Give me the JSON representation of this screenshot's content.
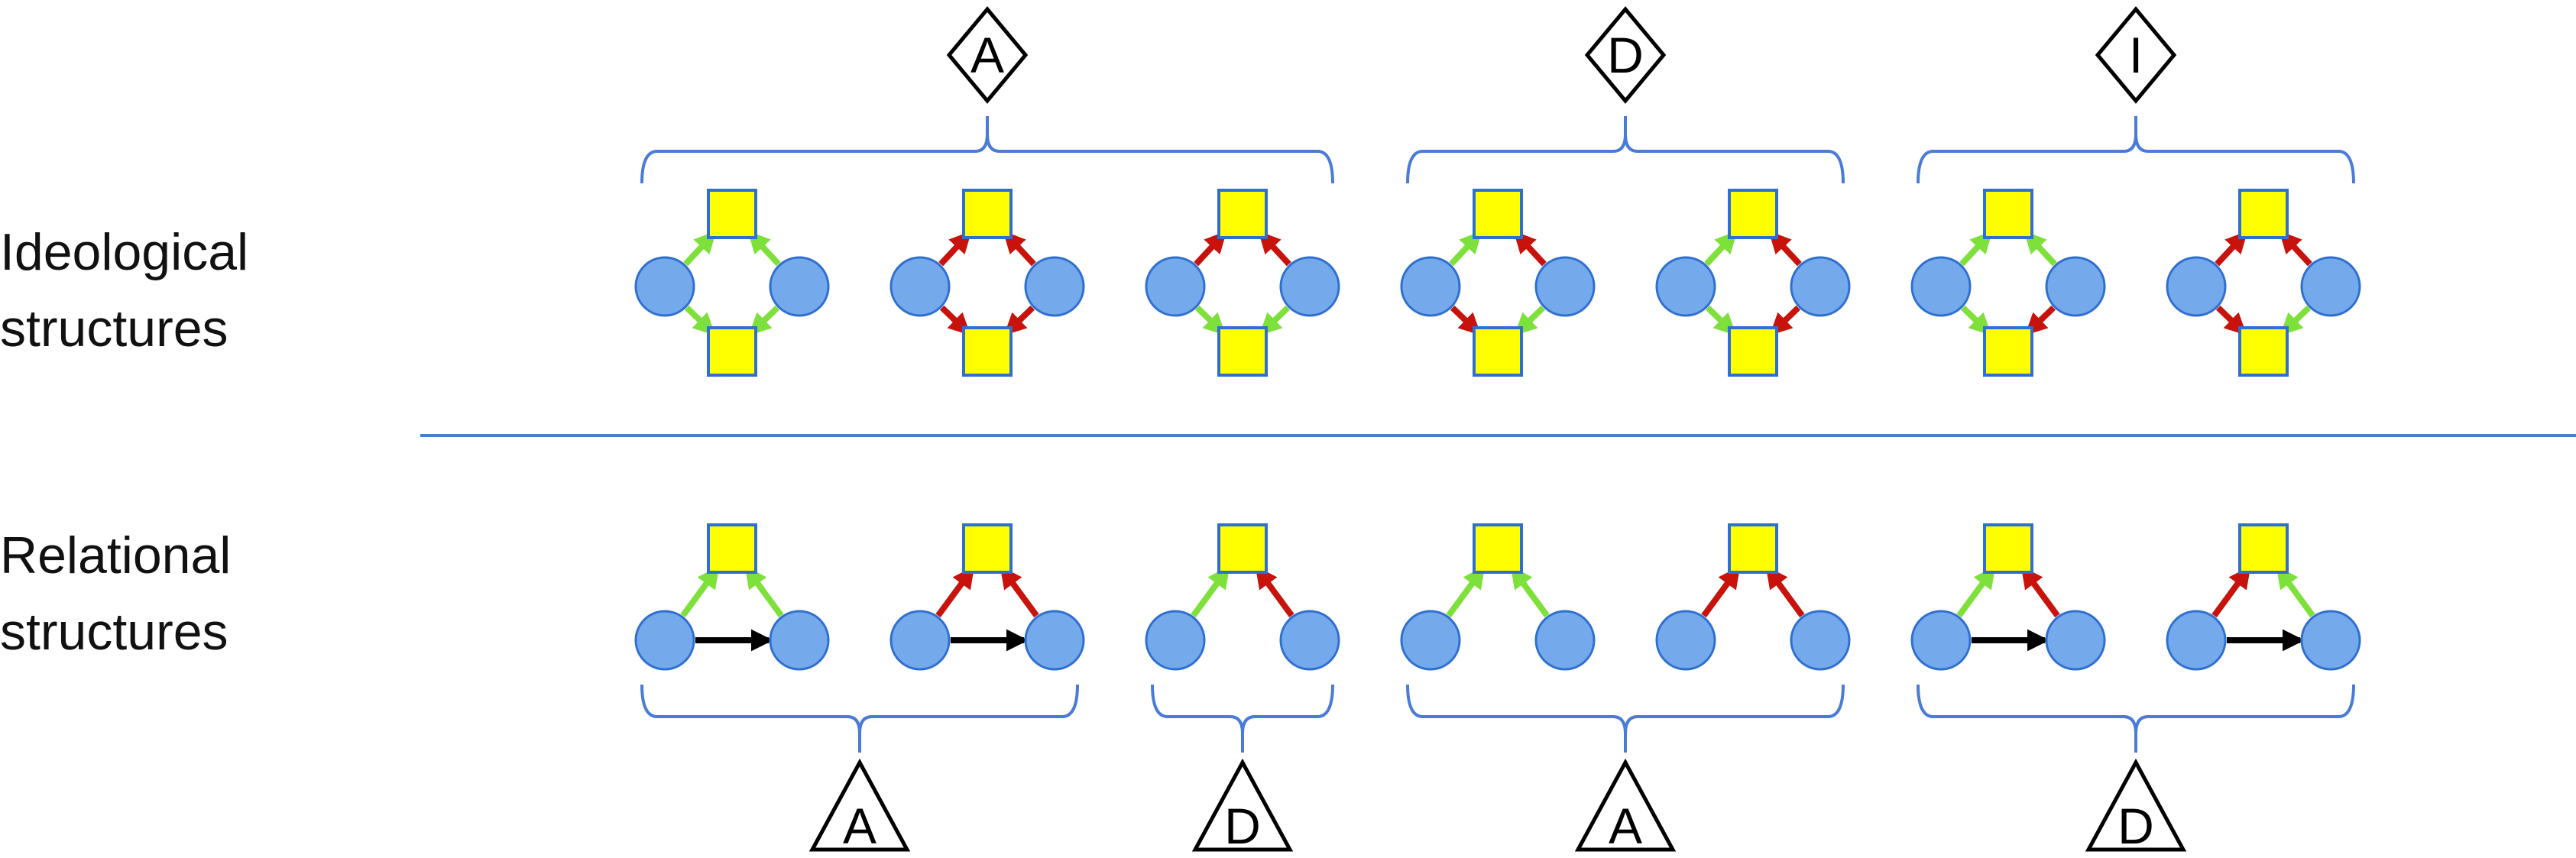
{
  "labels": {
    "ideological": [
      "Ideological",
      "structures"
    ],
    "relational": [
      "Relational",
      "structures"
    ]
  },
  "colors": {
    "positive_tie": "#7ee03a",
    "negative_tie": "#c8120c",
    "relation_tie": "#000000",
    "person_fill": "#74aaeb",
    "person_stroke": "#2f6fd0",
    "issue_fill": "#ffff00",
    "issue_stroke": "#2f6fd0",
    "bracket": "#4a7bd6",
    "divider": "#4a7bd6"
  },
  "ideological_structures": [
    {
      "top_left": "positive",
      "top_right": "positive",
      "bottom_left": "positive",
      "bottom_right": "positive"
    },
    {
      "top_left": "negative",
      "top_right": "negative",
      "bottom_left": "negative",
      "bottom_right": "negative"
    },
    {
      "top_left": "negative",
      "top_right": "negative",
      "bottom_left": "positive",
      "bottom_right": "positive"
    },
    {
      "top_left": "positive",
      "top_right": "negative",
      "bottom_left": "negative",
      "bottom_right": "positive"
    },
    {
      "top_left": "positive",
      "top_right": "negative",
      "bottom_left": "positive",
      "bottom_right": "negative"
    },
    {
      "top_left": "positive",
      "top_right": "positive",
      "bottom_left": "positive",
      "bottom_right": "negative"
    },
    {
      "top_left": "negative",
      "top_right": "negative",
      "bottom_left": "negative",
      "bottom_right": "positive"
    }
  ],
  "relational_structures": [
    {
      "left": "positive",
      "right": "positive",
      "relation": true
    },
    {
      "left": "negative",
      "right": "negative",
      "relation": true
    },
    {
      "left": "positive",
      "right": "negative",
      "relation": false
    },
    {
      "left": "positive",
      "right": "positive",
      "relation": false
    },
    {
      "left": "negative",
      "right": "negative",
      "relation": false
    },
    {
      "left": "positive",
      "right": "negative",
      "relation": true
    },
    {
      "left": "negative",
      "right": "positive",
      "relation": true
    }
  ],
  "ideological_groups": [
    {
      "label": "A",
      "first": 0,
      "last": 2
    },
    {
      "label": "D",
      "first": 3,
      "last": 4
    },
    {
      "label": "I",
      "first": 5,
      "last": 6
    }
  ],
  "relational_groups": [
    {
      "label": "A",
      "first": 0,
      "last": 1
    },
    {
      "label": "D",
      "first": 2,
      "last": 2
    },
    {
      "label": "A",
      "first": 3,
      "last": 4
    },
    {
      "label": "D",
      "first": 5,
      "last": 6
    }
  ]
}
